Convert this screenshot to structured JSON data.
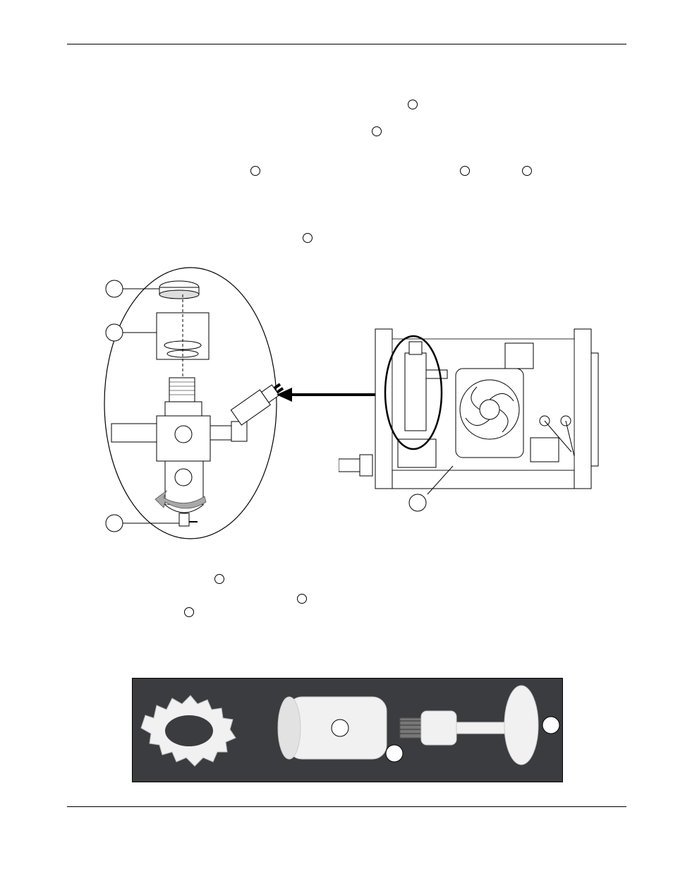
{
  "header": {
    "rule": "top-rule"
  },
  "footer": {
    "rule": "bottom-rule"
  },
  "text_callouts": [
    {
      "id": "callout-a"
    },
    {
      "id": "callout-b"
    },
    {
      "id": "callout-c"
    },
    {
      "id": "callout-d"
    },
    {
      "id": "callout-e"
    },
    {
      "id": "callout-f"
    },
    {
      "id": "callout-g"
    },
    {
      "id": "callout-h"
    },
    {
      "id": "callout-i"
    }
  ],
  "figure1": {
    "description_icons": [
      "filter-bowl-exploded-drawing",
      "power-supply-side-view-drawing"
    ],
    "arrow": "left-arrow-icon"
  },
  "figure2": {
    "description_icons": [
      "filter-parts-photo"
    ]
  },
  "colors": {
    "line": "#000000",
    "photo_bg": "#3a3c40",
    "part_white": "#f1f1f1",
    "arrow_gray": "#a9a9a9"
  }
}
